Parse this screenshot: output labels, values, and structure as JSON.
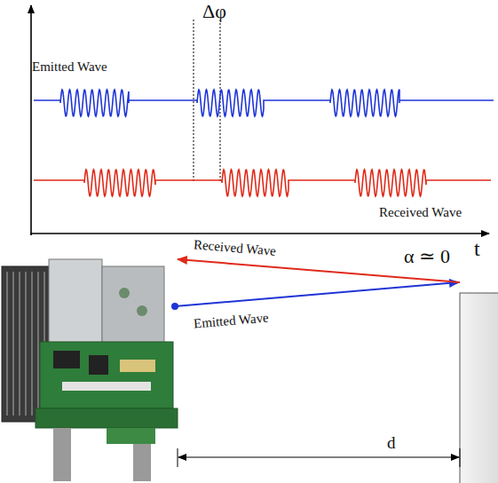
{
  "diagram": {
    "labels": [
      "Δφ",
      "Emitted Wave",
      "Received Wave",
      "t",
      "Received Wave",
      "Emitted Wave",
      "α ≃ 0",
      "d"
    ]
  }
}
